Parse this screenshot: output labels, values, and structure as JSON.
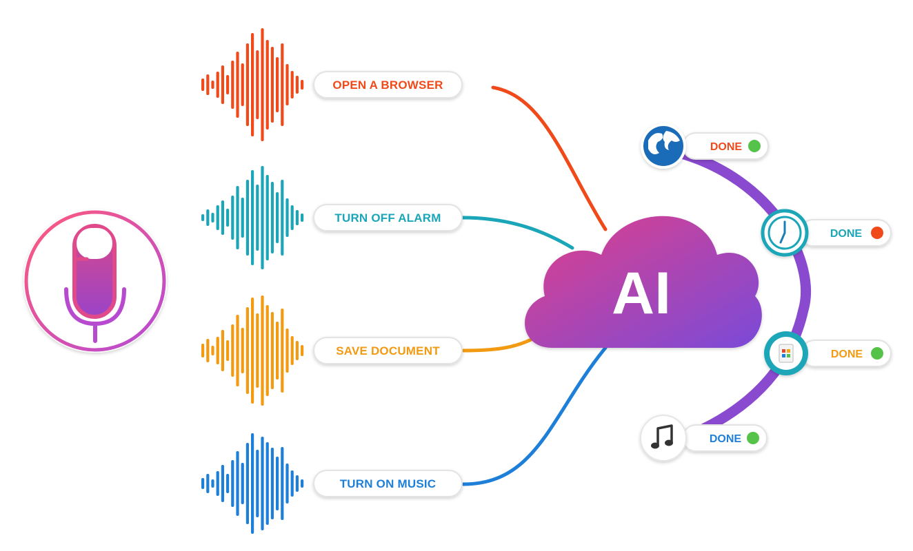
{
  "commands": [
    {
      "label": "OPEN A BROWSER",
      "color": "#f04a1a"
    },
    {
      "label": "TURN OFF ALARM",
      "color": "#1aa6b8"
    },
    {
      "label": "SAVE DOCUMENT",
      "color": "#f29a12"
    },
    {
      "label": "TURN ON MUSIC",
      "color": "#1e7fd9"
    }
  ],
  "cloud": {
    "label": "AI",
    "gradient_start": "#e0408a",
    "gradient_end": "#7a4ad8"
  },
  "results": [
    {
      "label": "DONE",
      "icon": "globe-icon",
      "label_color": "#f04a1a",
      "dot_color": "#55c24a"
    },
    {
      "label": "DONE",
      "icon": "clock-icon",
      "label_color": "#1aa6b8",
      "dot_color": "#f04a1a"
    },
    {
      "label": "DONE",
      "icon": "document-icon",
      "label_color": "#f29a12",
      "dot_color": "#55c24a"
    },
    {
      "label": "DONE",
      "icon": "music-note-icon",
      "label_color": "#1e7fd9",
      "dot_color": "#55c24a"
    }
  ],
  "arc_color": "#8a4ad0",
  "mic": {
    "icon": "microphone-icon",
    "ring_start": "#ff5a7a",
    "ring_end": "#b54ad8"
  }
}
